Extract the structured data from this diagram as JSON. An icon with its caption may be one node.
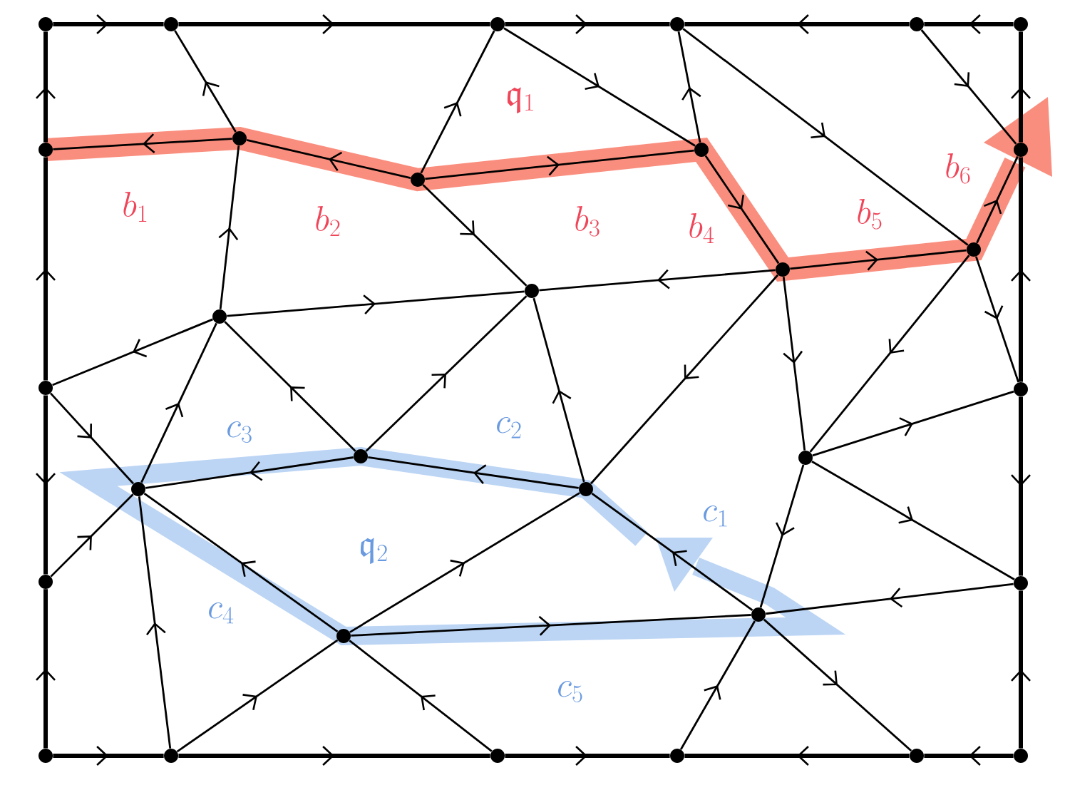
{
  "diagram": {
    "nodes": [
      {
        "text": [],
        "shape": "circle"
      },
      {
        "text": [],
        "shape": "circle"
      },
      {
        "text": [],
        "shape": "circle"
      },
      {
        "text": [],
        "shape": "circle"
      },
      {
        "text": [],
        "shape": "circle"
      },
      {
        "text": [],
        "shape": "circle"
      },
      {
        "text": [],
        "shape": "circle"
      },
      {
        "text": [],
        "shape": "circle"
      },
      {
        "text": [],
        "shape": "circle"
      },
      {
        "text": [],
        "shape": "circle"
      },
      {
        "text": [],
        "shape": "circle"
      },
      {
        "text": [],
        "shape": "circle"
      },
      {
        "text": [],
        "shape": "circle"
      },
      {
        "text": [],
        "shape": "circle"
      },
      {
        "text": [],
        "shape": "circle"
      },
      {
        "text": [],
        "shape": "circle"
      },
      {
        "text": [],
        "shape": "circle"
      },
      {
        "text": [],
        "shape": "circle"
      },
      {
        "text": [],
        "shape": "circle"
      },
      {
        "text": [],
        "shape": "circle"
      },
      {
        "text": [],
        "shape": "circle"
      },
      {
        "text": [],
        "shape": "circle"
      },
      {
        "text": [],
        "shape": "circle"
      },
      {
        "text": [],
        "shape": "circle"
      },
      {
        "text": [],
        "shape": "circle"
      },
      {
        "text": [],
        "shape": "circle"
      },
      {
        "text": [],
        "shape": "circle"
      },
      {
        "text": [],
        "shape": "circle"
      },
      {
        "text": [],
        "shape": "circle"
      },
      {
        "text": [],
        "shape": "circle"
      },
      {
        "text": [],
        "shape": "circle"
      }
    ],
    "edges": [
      {
        "from": 0,
        "to": 1,
        "arrow": "to",
        "style": "thick"
      },
      {
        "from": 1,
        "to": 2,
        "arrow": "to",
        "style": "thick"
      },
      {
        "from": 2,
        "to": 3,
        "arrow": "to",
        "style": "thick"
      },
      {
        "from": 4,
        "to": 3,
        "arrow": "to",
        "style": "thick"
      },
      {
        "from": 5,
        "to": 4,
        "arrow": "to",
        "style": "thick"
      },
      {
        "from": 6,
        "to": 0,
        "arrow": "to",
        "style": "thick"
      },
      {
        "from": 15,
        "to": 6,
        "arrow": "to",
        "style": "thick"
      },
      {
        "from": 15,
        "to": 21,
        "arrow": "to",
        "style": "thick"
      },
      {
        "from": 25,
        "to": 21,
        "arrow": "to",
        "style": "thick"
      },
      {
        "from": 10,
        "to": 5,
        "arrow": "to",
        "style": "thick"
      },
      {
        "from": 16,
        "to": 10,
        "arrow": "to",
        "style": "thick"
      },
      {
        "from": 16,
        "to": 22,
        "arrow": "to",
        "style": "thick"
      },
      {
        "from": 30,
        "to": 22,
        "arrow": "to",
        "style": "thick"
      },
      {
        "from": 25,
        "to": 26,
        "arrow": "to",
        "style": "thick"
      },
      {
        "from": 26,
        "to": 27,
        "arrow": "to",
        "style": "thick"
      },
      {
        "from": 27,
        "to": 28,
        "arrow": "to",
        "style": "thick"
      },
      {
        "from": 29,
        "to": 28,
        "arrow": "to",
        "style": "thick"
      },
      {
        "from": 30,
        "to": 29,
        "arrow": "to",
        "style": "thick"
      },
      {
        "from": 7,
        "to": 1,
        "arrow": "to"
      },
      {
        "from": 7,
        "to": 6,
        "arrow": "to"
      },
      {
        "from": 8,
        "to": 7,
        "arrow": "to"
      },
      {
        "from": 8,
        "to": 2,
        "arrow": "to"
      },
      {
        "from": 8,
        "to": 13,
        "arrow": "to"
      },
      {
        "from": 8,
        "to": 9,
        "arrow": "to"
      },
      {
        "from": 2,
        "to": 9,
        "arrow": "to"
      },
      {
        "from": 9,
        "to": 3,
        "arrow": "to"
      },
      {
        "from": 9,
        "to": 12,
        "arrow": "to"
      },
      {
        "from": 3,
        "to": 11,
        "arrow": "to"
      },
      {
        "from": 12,
        "to": 11,
        "arrow": "to"
      },
      {
        "from": 11,
        "to": 10,
        "arrow": "to"
      },
      {
        "from": 4,
        "to": 10,
        "arrow": "to"
      },
      {
        "from": 14,
        "to": 7,
        "arrow": "to"
      },
      {
        "from": 14,
        "to": 13,
        "arrow": "to"
      },
      {
        "from": 14,
        "to": 15,
        "arrow": "to"
      },
      {
        "from": 15,
        "to": 19,
        "arrow": "to"
      },
      {
        "from": 19,
        "to": 14,
        "arrow": "to"
      },
      {
        "from": 17,
        "to": 14,
        "arrow": "to"
      },
      {
        "from": 17,
        "to": 13,
        "arrow": "to"
      },
      {
        "from": 17,
        "to": 19,
        "arrow": "to"
      },
      {
        "from": 20,
        "to": 17,
        "arrow": "to"
      },
      {
        "from": 20,
        "to": 13,
        "arrow": "to"
      },
      {
        "from": 12,
        "to": 20,
        "arrow": "to"
      },
      {
        "from": 12,
        "to": 13,
        "arrow": "to"
      },
      {
        "from": 12,
        "to": 18,
        "arrow": "to"
      },
      {
        "from": 11,
        "to": 18,
        "arrow": "to"
      },
      {
        "from": 11,
        "to": 16,
        "arrow": "to"
      },
      {
        "from": 18,
        "to": 16,
        "arrow": "to"
      },
      {
        "from": 18,
        "to": 22,
        "arrow": "to"
      },
      {
        "from": 18,
        "to": 23,
        "arrow": "to"
      },
      {
        "from": 22,
        "to": 23,
        "arrow": "to"
      },
      {
        "from": 23,
        "to": 20,
        "arrow": "to"
      },
      {
        "from": 24,
        "to": 23,
        "arrow": "to"
      },
      {
        "from": 24,
        "to": 19,
        "arrow": "to"
      },
      {
        "from": 24,
        "to": 20,
        "arrow": "to"
      },
      {
        "from": 26,
        "to": 24,
        "arrow": "to"
      },
      {
        "from": 27,
        "to": 24,
        "arrow": "to"
      },
      {
        "from": 26,
        "to": 19,
        "arrow": "to"
      },
      {
        "from": 21,
        "to": 19,
        "arrow": "to"
      },
      {
        "from": 28,
        "to": 23,
        "arrow": "to"
      },
      {
        "from": 23,
        "to": 29,
        "arrow": "to"
      }
    ],
    "labels": [
      "\\mathfrak{q}_1",
      "b_1",
      "b_2",
      "b_3",
      "b_4",
      "b_5",
      "b_6",
      "c_3",
      "c_2",
      "c_1",
      "\\mathfrak{q}_2",
      "c_4",
      "c_5"
    ]
  }
}
